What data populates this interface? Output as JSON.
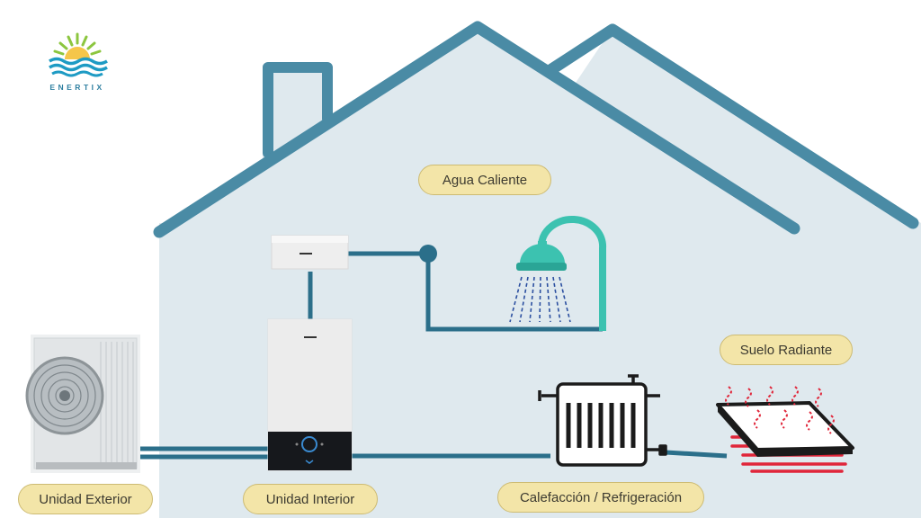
{
  "brand": {
    "name": "ENERTIX",
    "icon": "sun-waves-logo"
  },
  "labels": {
    "hot_water": "Agua Caliente",
    "underfloor": "Suelo Radiante",
    "outdoor_unit": "Unidad Exterior",
    "indoor_unit": "Unidad Interior",
    "heating_cooling": "Calefacción / Refrigeración"
  },
  "colors": {
    "house_fill": "#dfe9ee",
    "roof": "#4a8ba5",
    "pipe": "#2b6f8a",
    "label_bg": "#f3e5a8",
    "shower": "#3cc2b0",
    "heat": "#e0263a"
  }
}
